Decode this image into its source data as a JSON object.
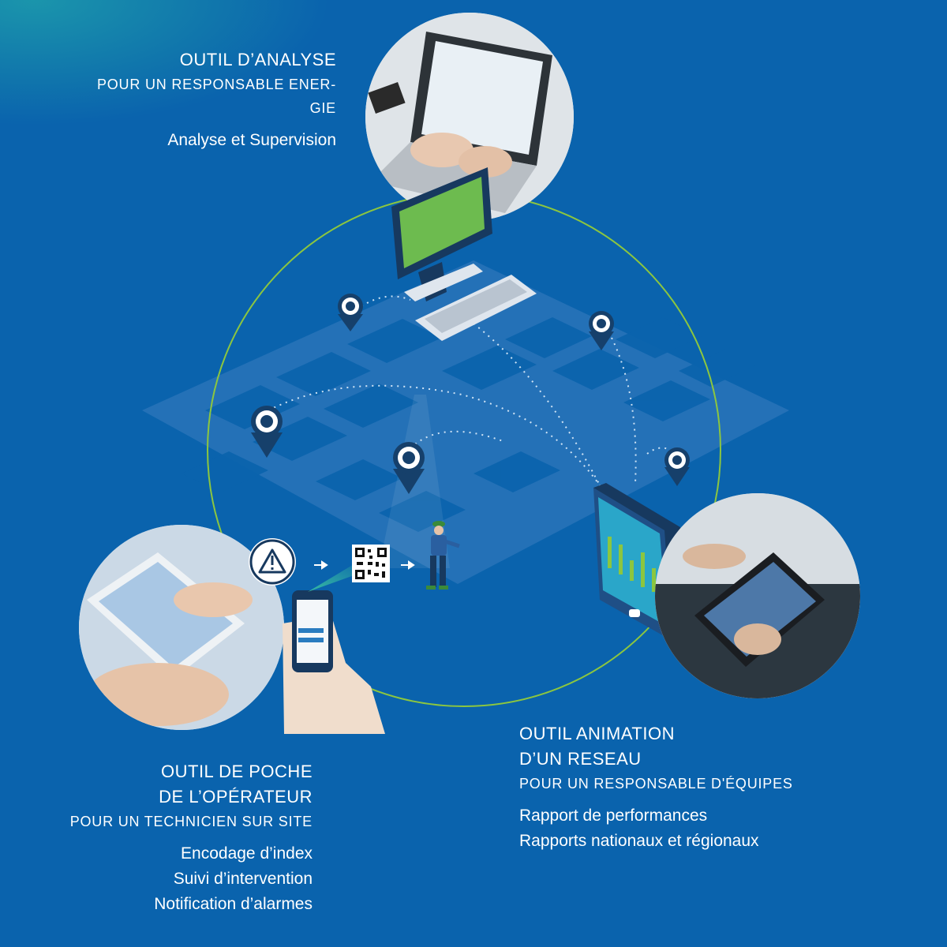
{
  "colors": {
    "background": "#0a63ad",
    "ring": "#8cc63f",
    "monitor_screen": "#6dbb4f",
    "pin_dark": "#16406b",
    "tablet_screen": "#2aa6c9"
  },
  "icons": [
    "warning-icon",
    "arrow-right-icon",
    "qr-code-icon",
    "map-pin-icon",
    "desktop-computer-icon",
    "keyboard-icon",
    "tablet-icon",
    "smartphone-icon",
    "technician-figure"
  ],
  "analyse": {
    "title": "OUTIL D’ANALYSE",
    "subtitle_line1": "POUR UN RESPONSABLE ENER-",
    "subtitle_line2": "GIE",
    "features": [
      "Analyse et Supervision"
    ]
  },
  "poche": {
    "title_line1": "OUTIL DE POCHE",
    "title_line2": "DE L’OPÉRATEUR",
    "subtitle": "POUR UN TECHNICIEN SUR SITE",
    "features": [
      "Encodage d’index",
      "Suivi d’intervention",
      "Notification d’alarmes"
    ]
  },
  "animation": {
    "title_line1": "OUTIL ANIMATION",
    "title_line2": "D’UN RESEAU",
    "subtitle": "POUR UN RESPONSABLE D'ÉQUIPES",
    "features": [
      "Rapport de performances",
      "Rapports nationaux et régionaux"
    ]
  }
}
